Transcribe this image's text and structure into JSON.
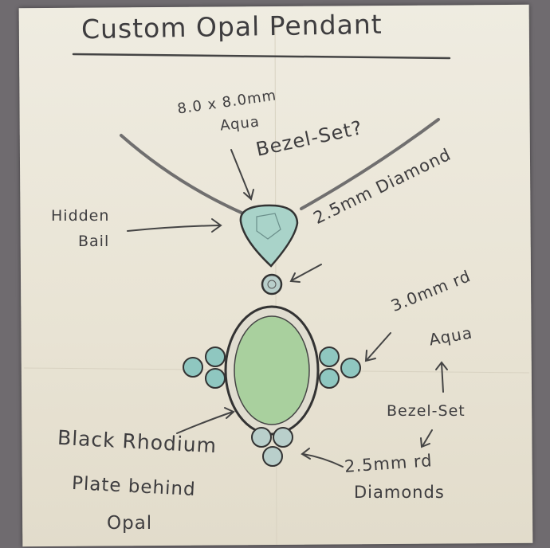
{
  "title": "Custom Opal Pendant",
  "annotations": {
    "top_stone_size": "8.0 x 8.0mm",
    "top_stone_color": "Aqua",
    "top_stone_setting": "Bezel-Set?",
    "bail": [
      "Hidden",
      "Bail"
    ],
    "diamond_small": "2.5mm Diamond",
    "side_stones_size": "3.0mm rd",
    "side_stones_color": "Aqua",
    "side_stones_setting": "Bezel-Set",
    "bottom_diamonds_size": "2.5mm rd",
    "bottom_diamonds_label": "Diamonds",
    "backing": [
      "Black Rhodium",
      "Plate behind",
      "Opal"
    ]
  },
  "colors": {
    "paper": "#ece8da",
    "pencil": "#3e3d3f",
    "aqua": "#8fc7c0",
    "opal_green": "#a7cf9c",
    "background": "#6f6b6f"
  }
}
